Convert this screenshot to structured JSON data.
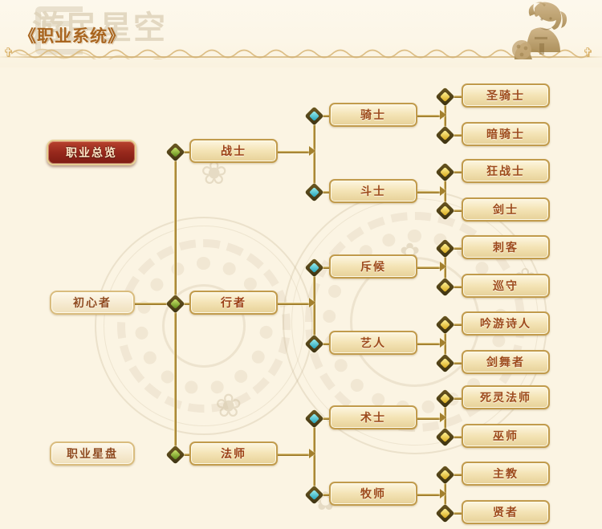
{
  "window": {
    "title": "《职业系统》",
    "logo_text": "游民星空"
  },
  "colors": {
    "background": "#fbf4e3",
    "accent_gold": "#c19b4c",
    "active_red": "#97281c",
    "title_brown": "#a9651f",
    "node_text": "#9d4a1c",
    "gem_teal": "#1f9fb8",
    "gem_green": "#5b8617",
    "gem_gold": "#d8a818"
  },
  "sidebar": {
    "items": [
      {
        "label": "职业总览",
        "state": "active"
      },
      {
        "label": "初心者",
        "state": "normal"
      },
      {
        "label": "职业星盘",
        "state": "normal"
      }
    ]
  },
  "tree": {
    "root": {
      "label": "初心者"
    },
    "tier2": [
      {
        "label": "战士"
      },
      {
        "label": "行者"
      },
      {
        "label": "法师"
      }
    ],
    "tier3": [
      {
        "label": "骑士",
        "parent": "战士"
      },
      {
        "label": "斗士",
        "parent": "战士"
      },
      {
        "label": "斥候",
        "parent": "行者"
      },
      {
        "label": "艺人",
        "parent": "行者"
      },
      {
        "label": "术士",
        "parent": "法师"
      },
      {
        "label": "牧师",
        "parent": "法师"
      }
    ],
    "tier4": [
      {
        "label": "圣骑士",
        "parent": "骑士"
      },
      {
        "label": "暗骑士",
        "parent": "骑士"
      },
      {
        "label": "狂战士",
        "parent": "斗士"
      },
      {
        "label": "剑士",
        "parent": "斗士"
      },
      {
        "label": "刺客",
        "parent": "斥候"
      },
      {
        "label": "巡守",
        "parent": "斥候"
      },
      {
        "label": "吟游诗人",
        "parent": "艺人"
      },
      {
        "label": "剑舞者",
        "parent": "艺人"
      },
      {
        "label": "死灵法师",
        "parent": "术士"
      },
      {
        "label": "巫师",
        "parent": "术士"
      },
      {
        "label": "主教",
        "parent": "牧师"
      },
      {
        "label": "贤者",
        "parent": "牧师"
      }
    ]
  }
}
